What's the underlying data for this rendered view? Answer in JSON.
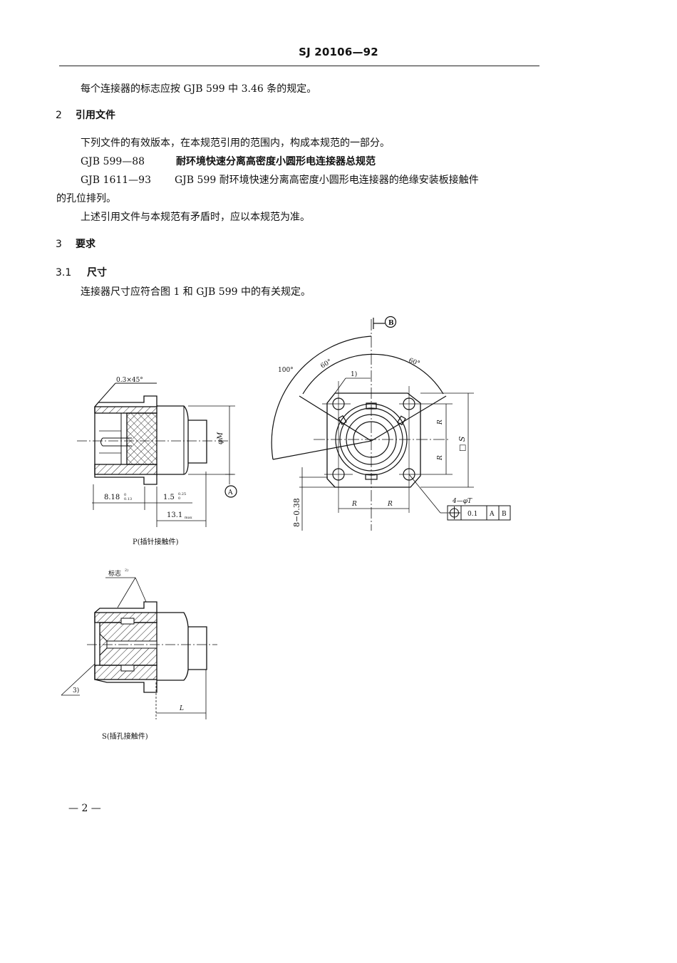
{
  "header": {
    "doc_number": "SJ 20106—92"
  },
  "body": {
    "intro_line": "每个连接器的标志应按 GJB 599 中 3.46 条的规定。",
    "section2": {
      "number": "2",
      "title": "引用文件",
      "para": "下列文件的有效版本，在本规范引用的范围内，构成本规范的一部分。",
      "refs": [
        {
          "code": "GJB 599—88",
          "title": "耐环境快速分离高密度小圆形电连接器总规范"
        },
        {
          "code": "GJB 1611—93",
          "title": "GJB 599 耐环境快速分离高密度小圆形电连接器的绝缘安装板接触件",
          "title_cont": "的孔位排列。"
        }
      ],
      "closing": "上述引用文件与本规范有矛盾时，应以本规范为准。"
    },
    "section3": {
      "number": "3",
      "title": "要求",
      "sub": {
        "number": "3.1",
        "title": "尺寸",
        "para": "连接器尺寸应符合图 1 和 GJB 599 中的有关规定。"
      }
    }
  },
  "figure": {
    "p_view": {
      "caption": "P(插针接触件)",
      "chamfer": "0.3×45°",
      "dim_phiM": "φM",
      "datum_A": "A",
      "dim_818": "8.18",
      "dim_818_tol_upper": "0",
      "dim_818_tol_lower": "0.13",
      "dim_15": "1.5",
      "dim_15_tol_upper": "0.25",
      "dim_15_tol_lower": "0",
      "dim_131": "13.1",
      "dim_131_sub": "max"
    },
    "front_view": {
      "datum_B": "B",
      "angle_100": "100°",
      "angle_60_left": "60°",
      "angle_60_right": "60°",
      "note_1": "1)",
      "dim_R_v1": "R",
      "dim_R_v2": "R",
      "dim_S": "□ S",
      "dim_R_h1": "R",
      "dim_R_h2": "R",
      "dim_8_038": "8−0.38",
      "holes": "4—φT",
      "tolerance_frame": {
        "symbol": "position",
        "value": "0.1",
        "datum1": "A",
        "datum2": "B"
      }
    },
    "s_view": {
      "caption": "S(插孔接触件)",
      "mark_label": "标志",
      "mark_note": "2)",
      "note_3": "3)",
      "dim_L": "L"
    }
  },
  "footer": {
    "page": "— 2 —"
  }
}
